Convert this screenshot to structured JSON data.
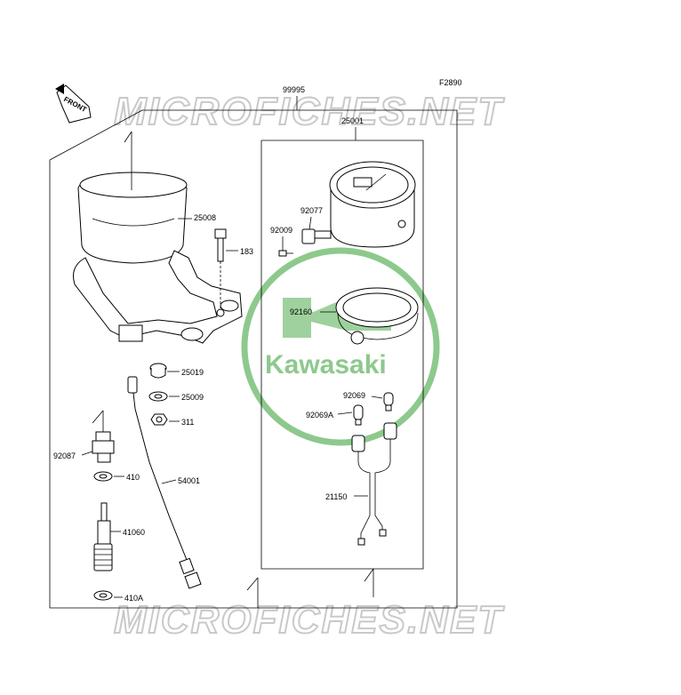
{
  "figure_id": "F2890",
  "watermark_text": "MICROFICHES.NET",
  "logo_text": "Kawasaki",
  "front_label": "FRONT",
  "colors": {
    "logo_green": "#8dc98d",
    "watermark_gray": "#c9c9c9",
    "leader_green": "#2e7d32"
  },
  "part_labels": {
    "p99995": "99995",
    "p25001": "25001",
    "p25008": "25008",
    "p92077": "92077",
    "p92009": "92009",
    "p183": "183",
    "p92160": "92160",
    "p25019": "25019",
    "p25009": "25009",
    "p311": "311",
    "p92069": "92069",
    "p92069A": "92069A",
    "p92087": "92087",
    "p410": "410",
    "p54001": "54001",
    "p21150": "21150",
    "p41060": "41060",
    "p410A": "410A"
  }
}
